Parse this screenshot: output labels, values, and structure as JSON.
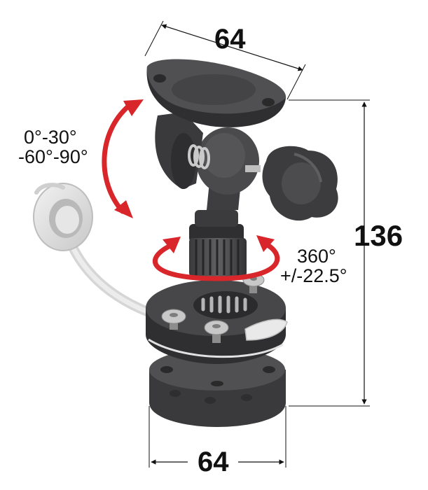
{
  "dimensions": {
    "top_width": "64",
    "height": "136",
    "bottom_width": "64"
  },
  "angles": {
    "tilt_line1": "0°-30°",
    "tilt_line2": "-60°-90°",
    "rotate_line1": "360°",
    "rotate_line2": "+/-22.5°"
  },
  "colors": {
    "arrow": "#d8262a",
    "body_dark": "#3c3c3e",
    "body_mid": "#58585a",
    "cap": "#dcdcdc",
    "screw": "#c4c4c4"
  },
  "icons": {
    "tilt_arrow": "double-curved-arrow-icon",
    "rotate_arrow": "circular-rotate-arrow-icon"
  }
}
